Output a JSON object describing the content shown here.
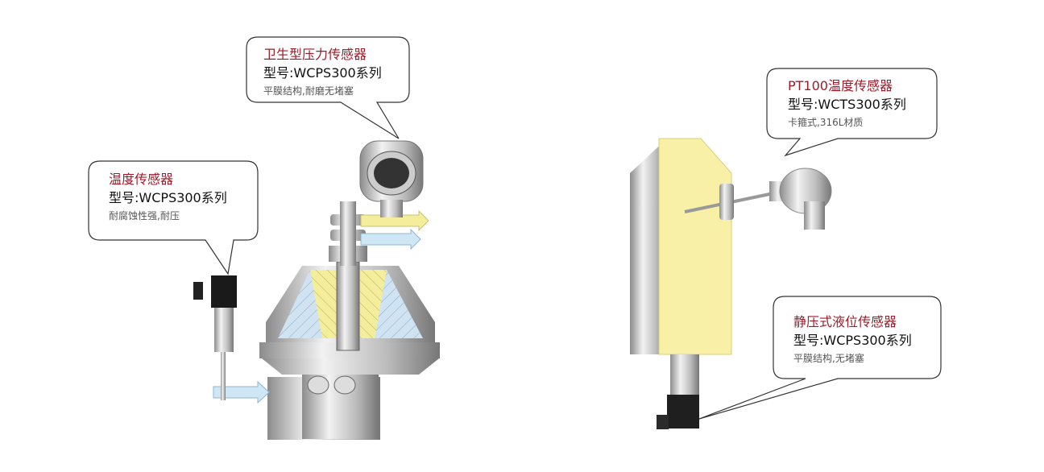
{
  "callouts": [
    {
      "title": "卫生型压力传感器",
      "model": "型号:WCPS300系列",
      "desc": "平膜结构,耐磨无堵塞"
    },
    {
      "title": "温度传感器",
      "model": "型号:WCPS300系列",
      "desc": "耐腐蚀性强,耐压"
    },
    {
      "title": "PT100温度传感器",
      "model": "型号:WCTS300系列",
      "desc": "卡箍式,316L材质"
    },
    {
      "title": "静压式液位传感器",
      "model": "型号:WCPS300系列",
      "desc": "平膜结构,无堵塞"
    }
  ],
  "colors": {
    "title": "#9b1c2a",
    "tank_fill": "#f7f0a6",
    "flow_arrow": "#cfe6f5",
    "flow_arrow_yellow": "#f4ee9c"
  }
}
